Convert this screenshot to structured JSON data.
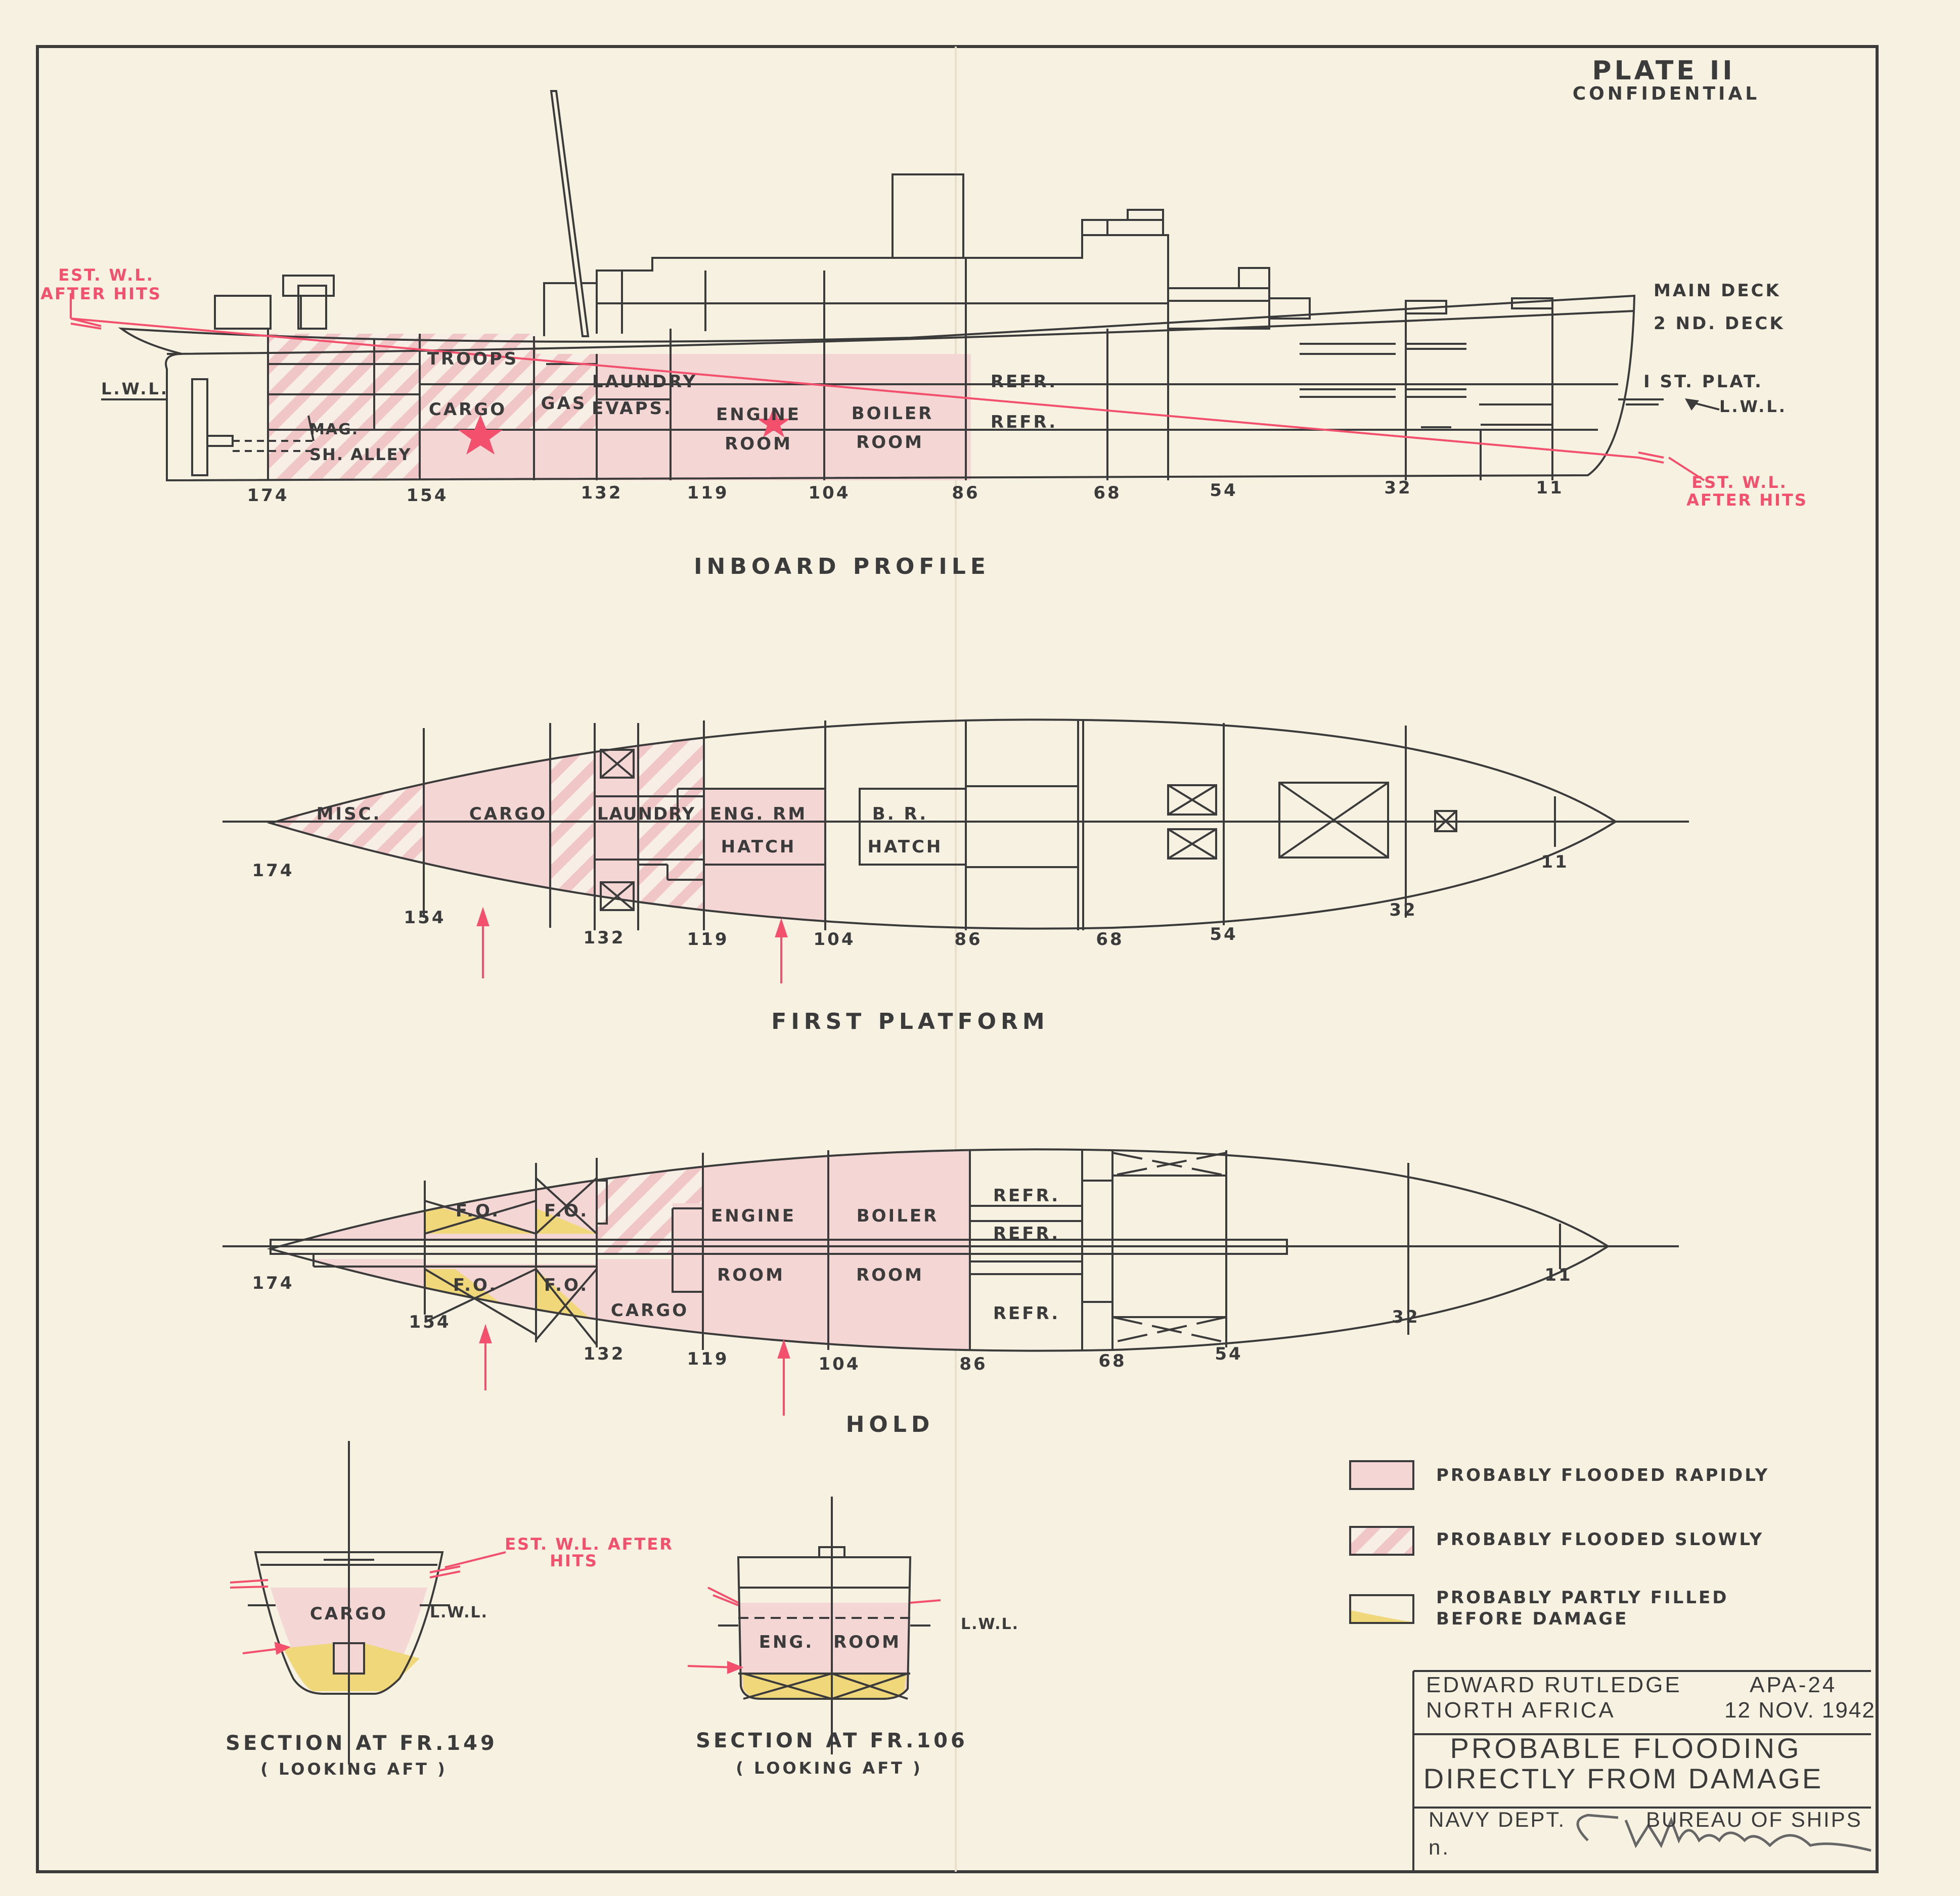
{
  "plate": {
    "number": "PLATE II",
    "classification": "CONFIDENTIAL"
  },
  "colors": {
    "paper": "#f7f1e2",
    "line": "#3b3b3b",
    "flood_rapid": "#f4d6d4",
    "flood_slow_stripe": "#f1c6c6",
    "partly_filled": "#efd77a",
    "water_line": "#f2506c"
  },
  "profile": {
    "title": "INBOARD PROFILE",
    "est_wl_left": [
      "EST. W.L.",
      "AFTER HITS"
    ],
    "est_wl_right": [
      "EST. W.L.",
      "AFTER HITS"
    ],
    "lwl_left": "L.W.L.",
    "lwl_right": "L.W.L.",
    "deck_labels": [
      "MAIN DECK",
      "2 ND. DECK",
      "I ST. PLAT."
    ],
    "rooms": {
      "troops": "TROOPS",
      "cargo": "CARGO",
      "gas": "GAS",
      "laundry": "LAUNDRY",
      "evaps": "EVAPS.",
      "engine_1": "ENGINE",
      "engine_2": "ROOM",
      "boiler_1": "BOILER",
      "boiler_2": "ROOM",
      "refr_upper": "REFR.",
      "refr_lower": "REFR.",
      "mag": "MAG.",
      "sh_alley": "SH. ALLEY"
    },
    "frames": [
      "174",
      "154",
      "132",
      "119",
      "104",
      "86",
      "68",
      "54",
      "32",
      "11"
    ]
  },
  "first_platform": {
    "title": "FIRST PLATFORM",
    "rooms": {
      "misc": "MISC.",
      "cargo": "CARGO",
      "laundry": "LAUNDRY",
      "eng_rm": "ENG. RM",
      "eng_hatch": "HATCH",
      "br": "B. R.",
      "br_hatch": "HATCH"
    },
    "frames": [
      "174",
      "154",
      "132",
      "119",
      "104",
      "86",
      "68",
      "54",
      "32",
      "11"
    ]
  },
  "hold": {
    "title": "HOLD",
    "rooms": {
      "fo_1": "F.O.",
      "fo_2": "F.O.",
      "fo_3": "F.O.",
      "fo_4": "F.O.",
      "cargo": "CARGO",
      "engine_1": "ENGINE",
      "engine_2": "ROOM",
      "boiler_1": "BOILER",
      "boiler_2": "ROOM",
      "refr_1": "REFR.",
      "refr_2": "REFR.",
      "refr_3": "REFR."
    },
    "frames": [
      "174",
      "154",
      "132",
      "119",
      "104",
      "86",
      "68",
      "54",
      "32",
      "11"
    ]
  },
  "sections": [
    {
      "title": "SECTION AT FR.149",
      "subtitle": "( LOOKING AFT )",
      "room": "CARGO",
      "lwl": "L.W.L."
    },
    {
      "title": "SECTION AT FR.106",
      "subtitle": "( LOOKING AFT )",
      "room_1": "ENG.",
      "room_2": "ROOM",
      "lwl": "L.W.L."
    }
  ],
  "section_wl_label": [
    "EST. W.L. AFTER",
    "HITS"
  ],
  "legend": [
    {
      "label": "PROBABLY FLOODED RAPIDLY"
    },
    {
      "label": "PROBABLY FLOODED SLOWLY"
    },
    {
      "label": [
        "PROBABLY PARTLY FILLED",
        "BEFORE DAMAGE"
      ]
    }
  ],
  "title_block": {
    "ship": "EDWARD RUTLEDGE",
    "hull_no": "APA-24",
    "location": "NORTH AFRICA",
    "date": "12 NOV. 1942",
    "title_1": "PROBABLE FLOODING",
    "title_2": "DIRECTLY FROM DAMAGE",
    "dept": "NAVY DEPT.",
    "bureau": "BUREAU OF SHIPS",
    "initial": "n."
  }
}
